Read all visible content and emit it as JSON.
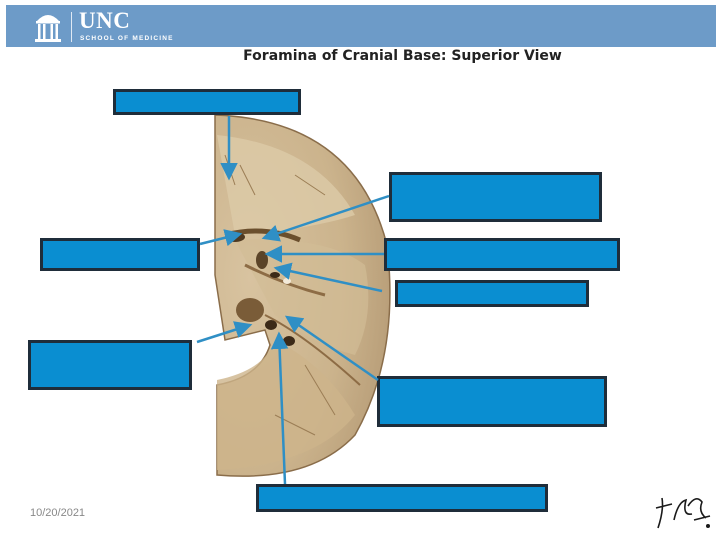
{
  "header": {
    "logo_text": "UNC",
    "logo_subtext": "SCHOOL OF MEDICINE",
    "bar_color": "#6d9bc8"
  },
  "slide": {
    "title": "Foramina of Cranial Base: Superior View"
  },
  "label_box_color": "#0a8ed1",
  "label_border_color": "#1f2d3a",
  "arrow_color": "#2f8fc5",
  "footer": {
    "date": "10/20/2021"
  },
  "signature_text": "F. Netter M.D."
}
